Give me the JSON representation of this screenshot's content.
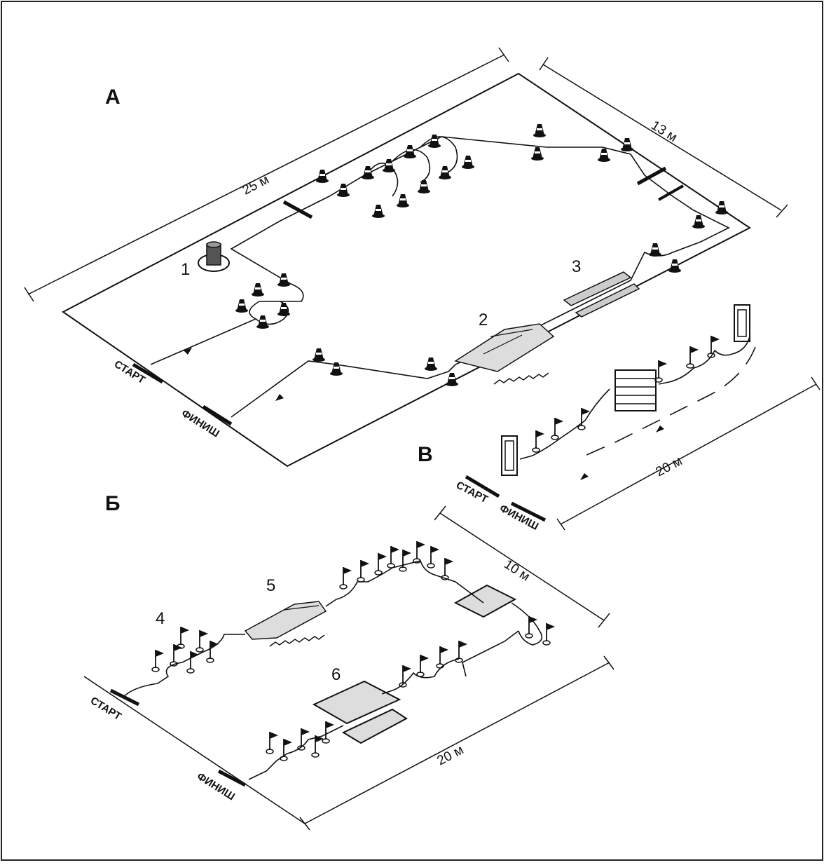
{
  "diagram": {
    "section_labels": {
      "a": "А",
      "b": "Б",
      "v": "В"
    },
    "station_numbers": [
      "1",
      "2",
      "3",
      "4",
      "5",
      "6"
    ],
    "dimensions": {
      "a_length": "25 м",
      "a_width": "13 м",
      "v_length": "20 м",
      "b_width": "10 м",
      "b_length": "20 м"
    },
    "start_label": "СТАРТ",
    "finish_label": "ФИНИШ"
  }
}
